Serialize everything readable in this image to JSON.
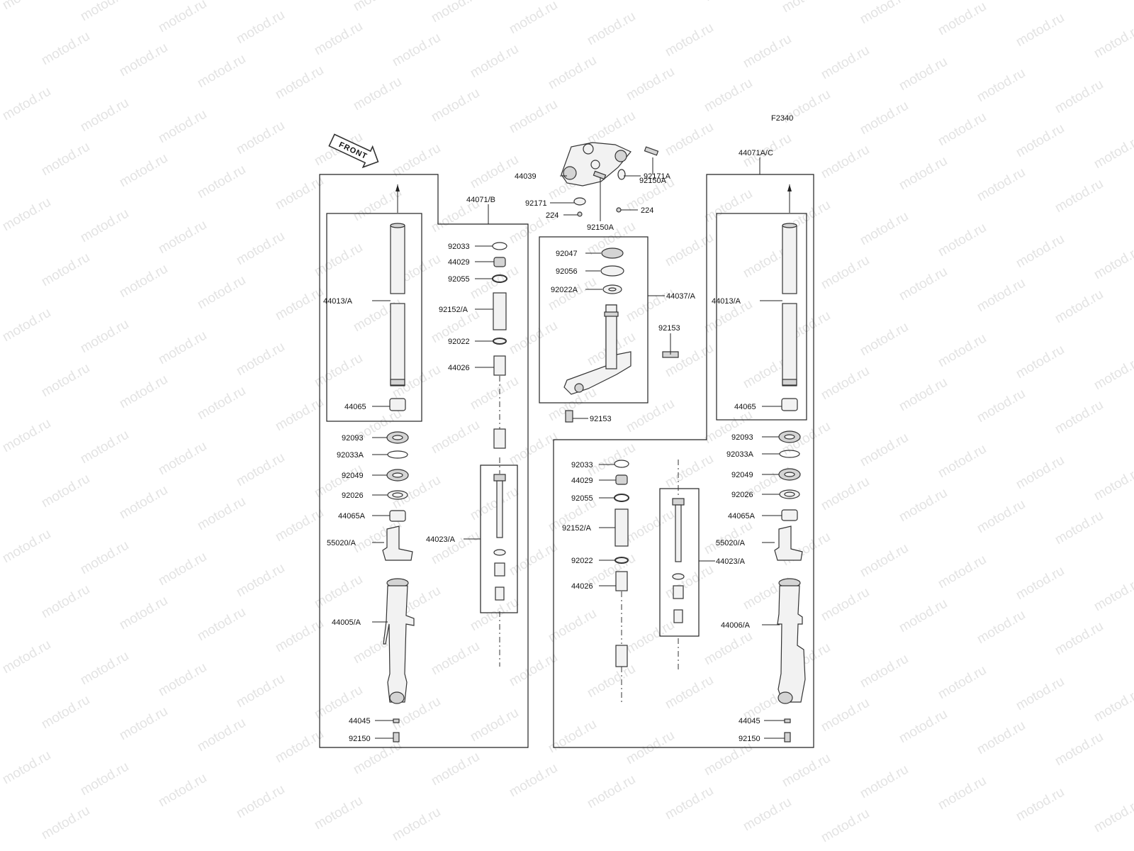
{
  "watermark": "motod.ru",
  "figure_code": "F2340",
  "front_label": "FRONT",
  "labels": {
    "l44071B": "44071/B",
    "l44071AC": "44071A/C",
    "l44039": "44039",
    "l92150A_t": "92150A",
    "l92171": "92171",
    "l92171A": "92171A",
    "l224_l": "224",
    "l224_r": "224",
    "l92150A_b": "92150A",
    "l92047": "92047",
    "l92056": "92056",
    "l92022A": "92022A",
    "l44037A": "44037/A",
    "l92153_t": "92153",
    "l92153_b": "92153",
    "lL_44013A": "44013/A",
    "lL_44065": "44065",
    "lL_92093": "92093",
    "lL_92033A": "92033A",
    "lL_92049": "92049",
    "lL_92026": "92026",
    "lL_44065A": "44065A",
    "lL_55020A": "55020/A",
    "lL_44005A": "44005/A",
    "lL_44045": "44045",
    "lL_92150": "92150",
    "lC_92033": "92033",
    "lC_44029": "44029",
    "lC_92055": "92055",
    "lC_92152A": "92152/A",
    "lC_92022": "92022",
    "lC_44026": "44026",
    "lC_44023A": "44023/A",
    "lR_44013A": "44013/A",
    "lR_44065": "44065",
    "lR_92093": "92093",
    "lR_92033A": "92033A",
    "lR_92049": "92049",
    "lR_92026": "92026",
    "lR_44065A": "44065A",
    "lR_55020A": "55020/A",
    "lR_44006A": "44006/A",
    "lR_44045": "44045",
    "lR_92150": "92150",
    "lM_92033": "92033",
    "lM_44029": "44029",
    "lM_92055": "92055",
    "lM_92152A": "92152/A",
    "lM_92022": "92022",
    "lM_44026": "44026",
    "lM_44023A": "44023/A"
  }
}
